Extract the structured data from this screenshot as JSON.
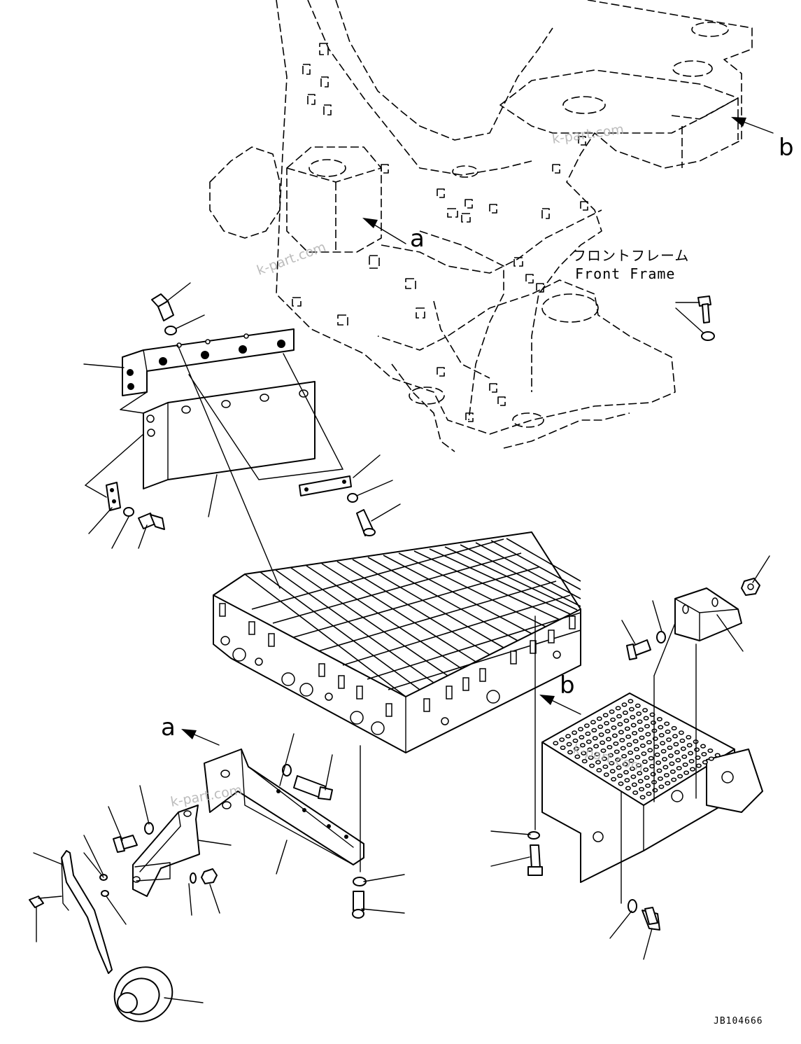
{
  "labels": {
    "a_top": "a",
    "b_top": "b",
    "b_mid": "b",
    "a_bottom": "a"
  },
  "frame_label": {
    "japanese": "フロントフレーム",
    "english": "Front Frame"
  },
  "drawing_number": "JB104666",
  "watermarks": [
    "k-part.com",
    "k-part.com",
    "k-part.com",
    "k-part.com"
  ],
  "colors": {
    "line": "#000000",
    "background": "#ffffff",
    "watermark": "#b0b0b0"
  }
}
